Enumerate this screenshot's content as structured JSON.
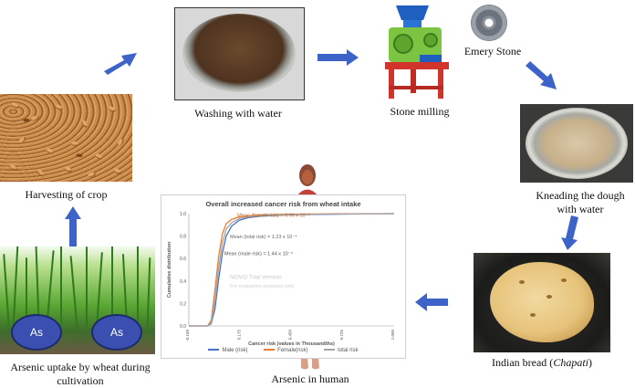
{
  "captions": {
    "harvesting": "Harvesting of crop",
    "washing": "Washing with water",
    "stone_milling": "Stone milling",
    "emery_stone": "Emery Stone",
    "kneading": "Kneading the dough with water",
    "indian_bread_prefix": "Indian bread (",
    "indian_bread_italic": "Chapati",
    "indian_bread_suffix": ")",
    "arsenic_uptake": "Arsenic uptake by wheat during cultivation",
    "arsenic_human": "Arsenic in human"
  },
  "as_labels": [
    "As",
    "As"
  ],
  "chart_data": {
    "type": "line",
    "title": "Overall increased cancer risk from wheat intake",
    "xlabel": "Cancer risk (values in Thousandths)",
    "ylabel": "Cumulative distribution",
    "xlim": [
      -0.1,
      1.0
    ],
    "ylim": [
      0,
      1.0
    ],
    "xticks": [
      "-0.100",
      "0.175",
      "0.450",
      "0.725",
      "1.000"
    ],
    "xtick_values": [
      -0.1,
      0.175,
      0.45,
      0.725,
      1.0
    ],
    "yticks": [
      "0.0",
      "0.2",
      "0.4",
      "0.6",
      "0.8",
      "1.0"
    ],
    "ytick_values": [
      0.0,
      0.2,
      0.4,
      0.6,
      0.8,
      1.0
    ],
    "grid": false,
    "legend": "bottom",
    "annotations": {
      "female": "Mean (female risk) = 9.96 x 10⁻⁵",
      "total": "Mean (total risk) = 1.23 x 10⁻⁴",
      "male": "Mean (male risk) = 1.44 x 10⁻⁴"
    },
    "watermark": [
      "NOVO Trial Version",
      "For evaluation purposes only"
    ],
    "series": [
      {
        "name": "Male (risk)",
        "color": "#4472c4",
        "x": [
          -0.1,
          0.0,
          0.02,
          0.04,
          0.06,
          0.08,
          0.1,
          0.13,
          0.17,
          0.22,
          0.3,
          0.45,
          0.7,
          1.0
        ],
        "y": [
          0.0,
          0.0,
          0.02,
          0.15,
          0.42,
          0.65,
          0.8,
          0.89,
          0.94,
          0.965,
          0.98,
          0.99,
          0.995,
          1.0
        ]
      },
      {
        "name": "Female(risk)",
        "color": "#ed7d31",
        "x": [
          -0.1,
          0.0,
          0.02,
          0.04,
          0.06,
          0.08,
          0.1,
          0.13,
          0.17,
          0.22,
          0.3,
          0.45,
          0.7,
          1.0
        ],
        "y": [
          0.0,
          0.0,
          0.05,
          0.32,
          0.62,
          0.82,
          0.91,
          0.95,
          0.97,
          0.98,
          0.99,
          0.995,
          0.998,
          1.0
        ]
      },
      {
        "name": "total risk",
        "color": "#a5a5a5",
        "x": [
          -0.1,
          0.0,
          0.02,
          0.04,
          0.06,
          0.08,
          0.1,
          0.13,
          0.17,
          0.22,
          0.3,
          0.45,
          0.7,
          1.0
        ],
        "y": [
          0.0,
          0.0,
          0.03,
          0.22,
          0.52,
          0.74,
          0.86,
          0.92,
          0.955,
          0.972,
          0.985,
          0.992,
          0.997,
          1.0
        ]
      }
    ]
  },
  "colors": {
    "arrow": "#3d63c9",
    "as_oval": "#3a4fb0",
    "machine_green": "#7cc442",
    "machine_blue": "#1f5fbf",
    "machine_red": "#d1342b"
  }
}
